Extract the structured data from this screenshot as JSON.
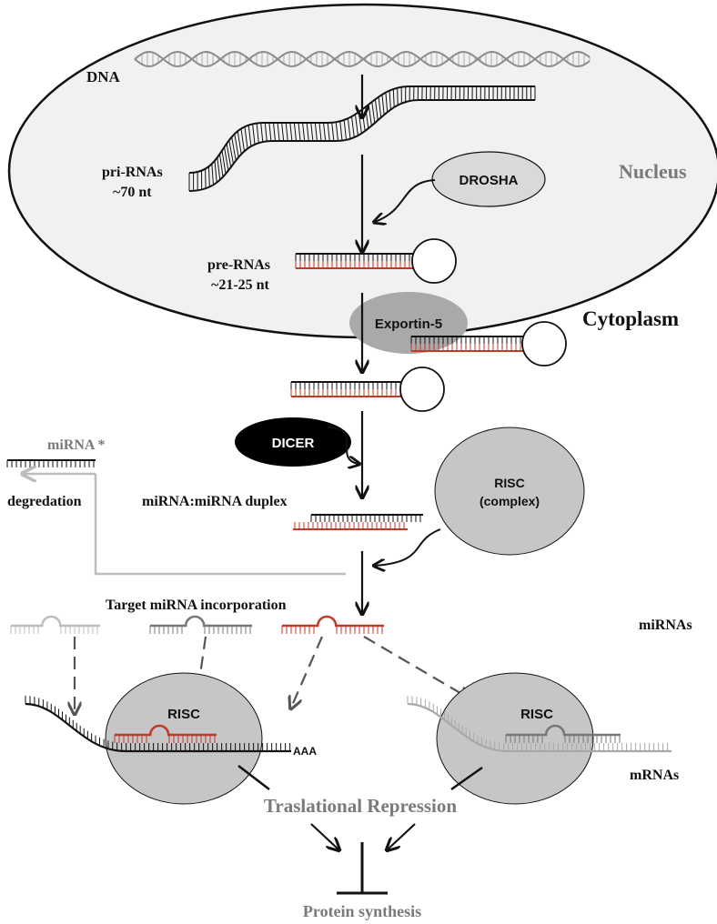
{
  "labels": {
    "dna": "DNA",
    "nucleus": "Nucleus",
    "pri_rnas": "pri-RNAs",
    "pri_rnas_size": "~70 nt",
    "drosha": "DROSHA",
    "pre_rnas": "pre-RNAs",
    "pre_rnas_size": "~21-25 nt",
    "exportin": "Exportin-5",
    "cytoplasm": "Cytoplasm",
    "dicer": "DICER",
    "mirna_star": "miRNA *",
    "degradation": "degredation",
    "duplex": "miRNA:miRNA duplex",
    "risc_complex_line1": "RISC",
    "risc_complex_line2": "(complex)",
    "target_incorporation": "Target miRNA incorporation",
    "mirnas": "miRNAs",
    "risc_left": "RISC",
    "risc_right": "RISC",
    "poly_a": "AAA",
    "mrnas": "mRNAs",
    "translational_repression": "Traslational Repression",
    "protein_synthesis": "Protein synthesis"
  },
  "colors": {
    "black": "#111111",
    "red": "#c0392b",
    "gray_text": "#7a7a7a",
    "light_gray": "#bdbdbd",
    "nucleus_fill": "#f1f1f1",
    "risc_fill": "#c6c6c6",
    "drosha_fill": "#d9d9d9"
  }
}
